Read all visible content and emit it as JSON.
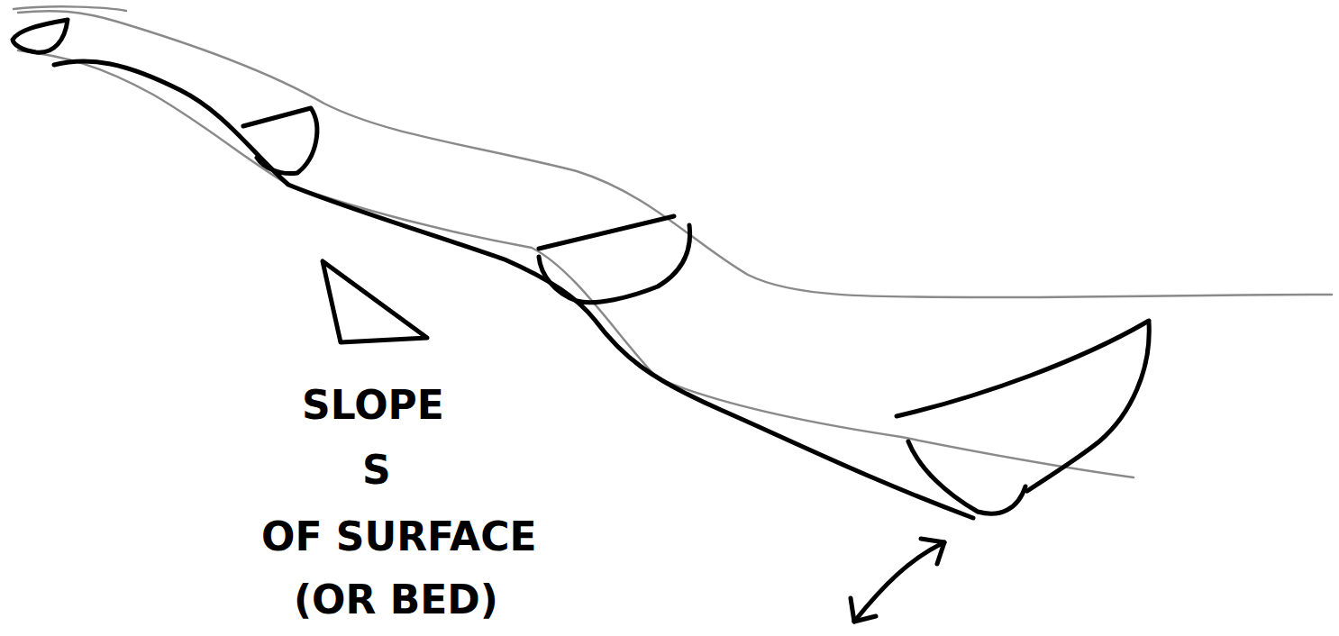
{
  "diagram": {
    "labels": [
      "SLOPE",
      "S",
      "OF SURFACE",
      "(OR BED)"
    ]
  }
}
